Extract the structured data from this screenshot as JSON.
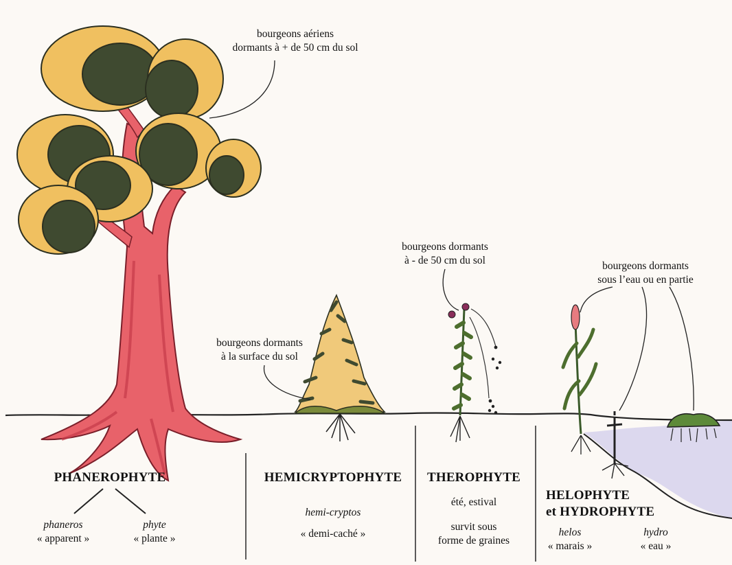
{
  "colors": {
    "background": "#fcf9f5",
    "trunk": "#e8626a",
    "trunk_shade": "#c63a4a",
    "foliage_dark": "#3f4a30",
    "foliage_light": "#f0c060",
    "water": "#dcd8ee",
    "ground_line": "#222222"
  },
  "phanerophyte": {
    "title": "PHANEROPHYTE",
    "bud_note": [
      "bourgeons aériens",
      "dormants à + de 50 cm du sol"
    ],
    "root_left": {
      "word": "phaneros",
      "meaning": "« apparent »"
    },
    "root_right": {
      "word": "phyte",
      "meaning": "« plante »"
    }
  },
  "hemicryptophyte": {
    "title": "HEMICRYPTOPHYTE",
    "bud_note": [
      "bourgeons dormants",
      "à la surface du sol"
    ],
    "root_word": "hemi-cryptos",
    "meaning": "« demi-caché »"
  },
  "therophyte": {
    "title": "THEROPHYTE",
    "bud_note": [
      "bourgeons dormants",
      "à - de 50 cm du sol"
    ],
    "season": "été, estival",
    "survival": [
      "survit sous",
      "forme de graines"
    ]
  },
  "helophyte": {
    "title": [
      "HELOPHYTE",
      "et HYDROPHYTE"
    ],
    "bud_note": [
      "bourgeons dormants",
      "sous l’eau ou en partie"
    ],
    "root_left": {
      "word": "helos",
      "meaning": "« marais »"
    },
    "root_right": {
      "word": "hydro",
      "meaning": "« eau »"
    }
  }
}
